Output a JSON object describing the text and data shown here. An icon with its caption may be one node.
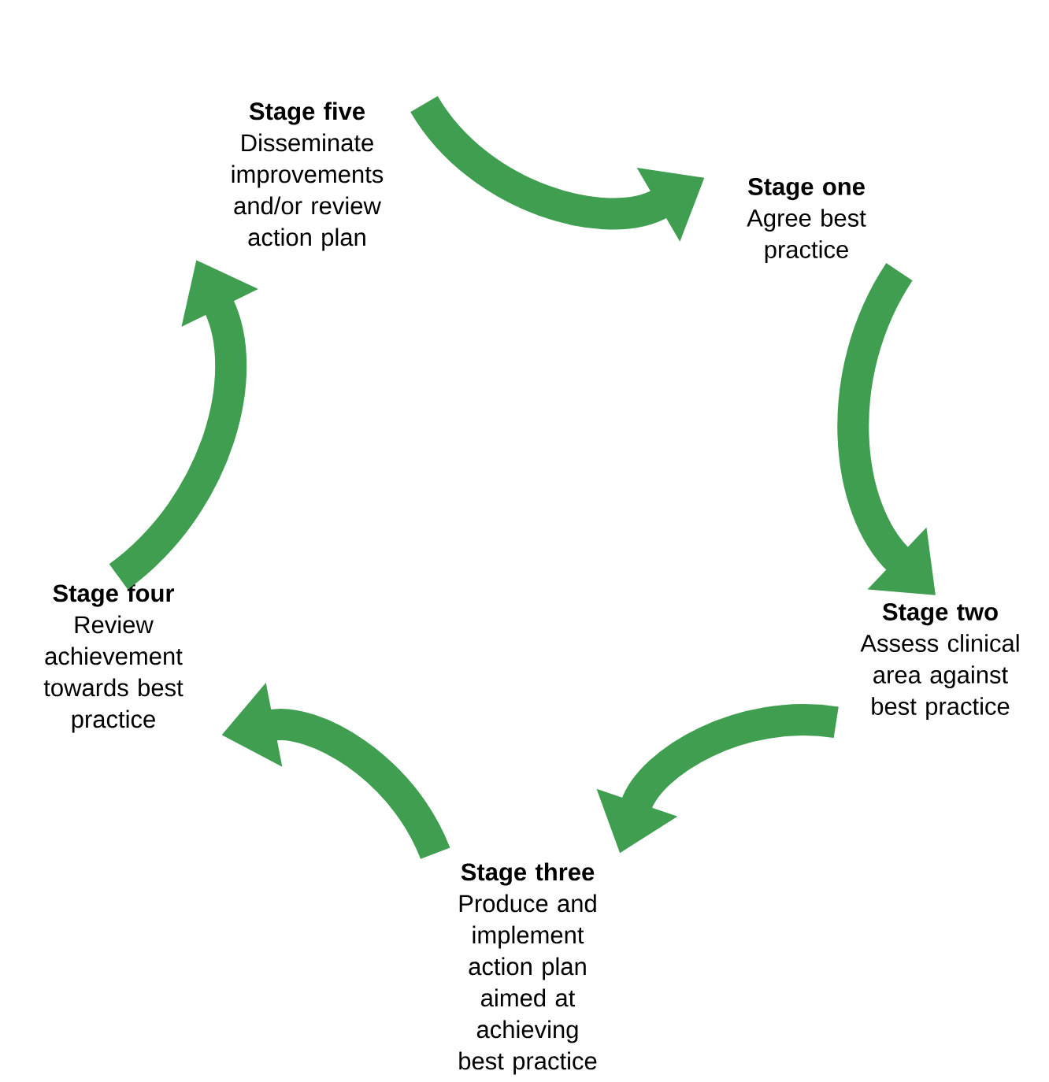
{
  "diagram": {
    "nodes": [
      {
        "text": [
          "Stage five",
          "Disseminate improvements and/or review action plan"
        ]
      },
      {
        "text": [
          "Stage one",
          "Agree best practice"
        ]
      },
      {
        "text": [
          "Stage two",
          "Assess clinical area against best practice"
        ]
      },
      {
        "text": [
          "Stage three",
          "Produce and implement action plan aimed at achieving best practice"
        ]
      },
      {
        "text": [
          "Stage four",
          "Review achievement towards best practice"
        ]
      }
    ],
    "edges": [
      {
        "from": 0,
        "to": 1,
        "arrow": "to"
      },
      {
        "from": 1,
        "to": 2,
        "arrow": "to"
      },
      {
        "from": 2,
        "to": 3,
        "arrow": "to"
      },
      {
        "from": 3,
        "to": 4,
        "arrow": "to"
      },
      {
        "from": 4,
        "to": 0,
        "arrow": "to"
      }
    ]
  }
}
